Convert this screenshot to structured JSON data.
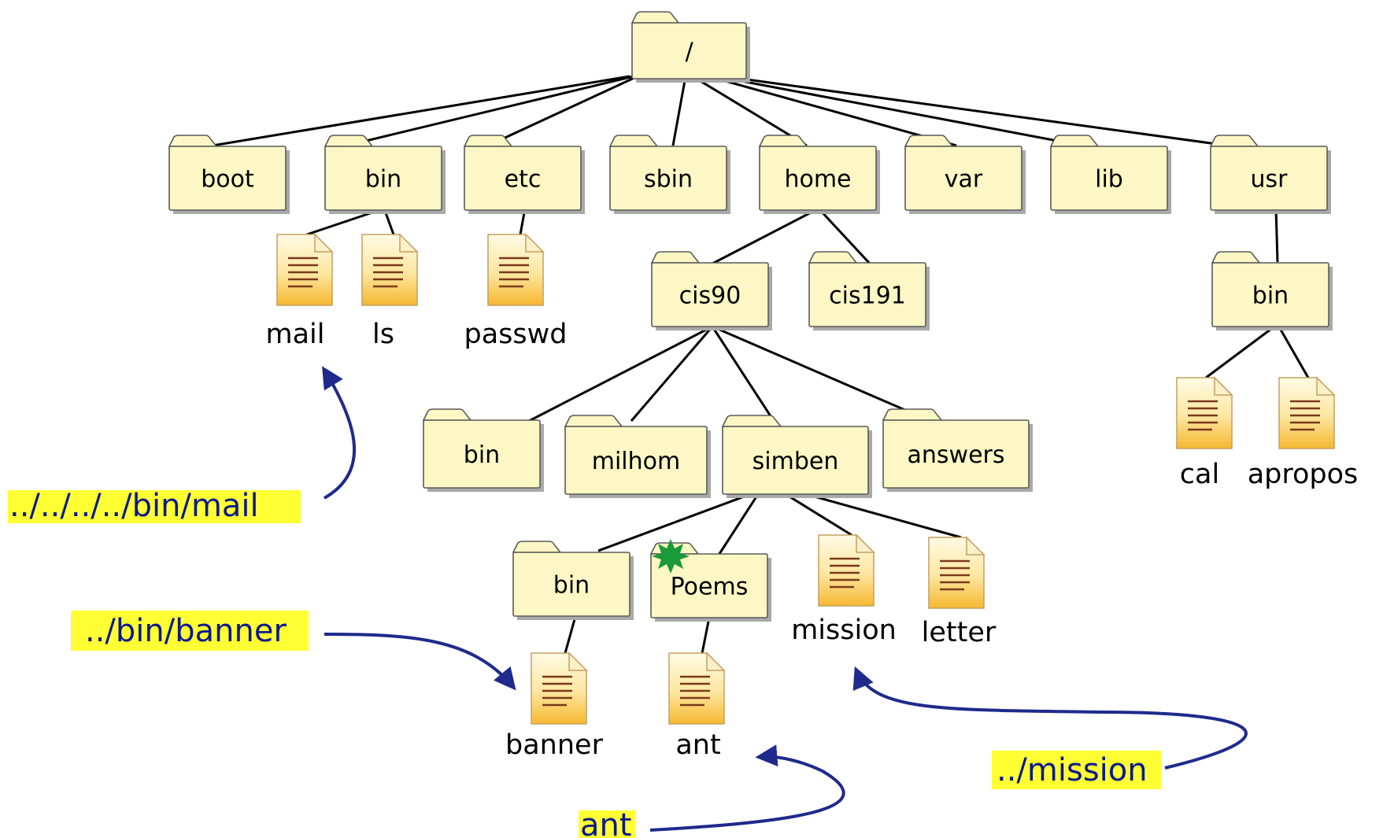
{
  "tree": {
    "root": "/",
    "top_level": [
      "boot",
      "bin",
      "etc",
      "sbin",
      "home",
      "var",
      "lib",
      "usr"
    ],
    "bin_files": [
      "mail",
      "ls"
    ],
    "etc_files": [
      "passwd"
    ],
    "home_dirs": [
      "cis90",
      "cis191"
    ],
    "cis90_dirs": [
      "bin",
      "milhom",
      "simben",
      "answers"
    ],
    "simben_dirs": [
      "bin",
      "Poems"
    ],
    "simben_files": [
      "mission",
      "letter"
    ],
    "simben_bin_files": [
      "banner"
    ],
    "poems_files": [
      "ant"
    ],
    "usr_dirs": [
      "bin"
    ],
    "usr_bin_files": [
      "cal",
      "apropos"
    ]
  },
  "paths": {
    "mail_path": "../../../../bin/mail",
    "banner_path": "../bin/banner",
    "ant_path": "ant",
    "mission_path": "../mission"
  },
  "colors": {
    "folder_fill": "#fcf7c4",
    "highlight": "#ffff33",
    "arrow": "#1f2a8c",
    "current_dir_star": "#1a9a3a"
  },
  "icons": {
    "folder": "folder-icon",
    "file": "document-icon",
    "current_directory": "star-icon"
  }
}
